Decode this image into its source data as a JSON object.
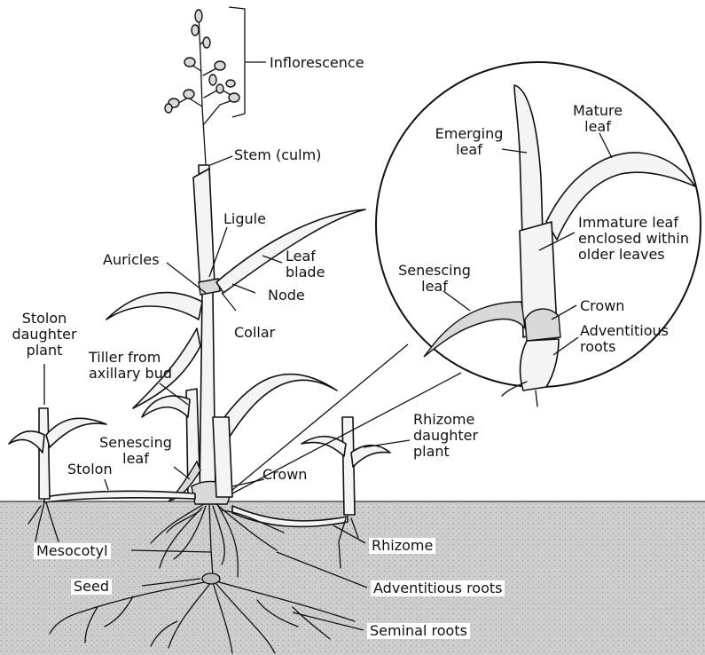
{
  "labels": {
    "inflorescence": "Inflorescence",
    "stem": "Stem (culm)",
    "ligule": "Ligule",
    "leaf_blade": "Leaf\nblade",
    "auricles": "Auricles",
    "node": "Node",
    "collar": "Collar",
    "stolon_daughter": "Stolon\ndaughter\nplant",
    "tiller": "Tiller from\naxillary bud",
    "senescing_leaf_main": "Senescing\nleaf",
    "stolon": "Stolon",
    "crown_main": "Crown",
    "rhizome_daughter": "Rhizome\ndaughter\nplant",
    "rhizome": "Rhizome",
    "mesocotyl": "Mesocotyl",
    "seed": "Seed",
    "adventitious_roots_main": "Adventitious roots",
    "seminal_roots": "Seminal roots",
    "emerging_leaf": "Emerging\nleaf",
    "mature_leaf": "Mature\nleaf",
    "immature_leaf": "Immature leaf\nenclosed within\nolder leaves",
    "senescing_leaf_inset": "Senescing\nleaf",
    "crown_inset": "Crown",
    "adventitious_roots_inset": "Adventitious\nroots"
  }
}
